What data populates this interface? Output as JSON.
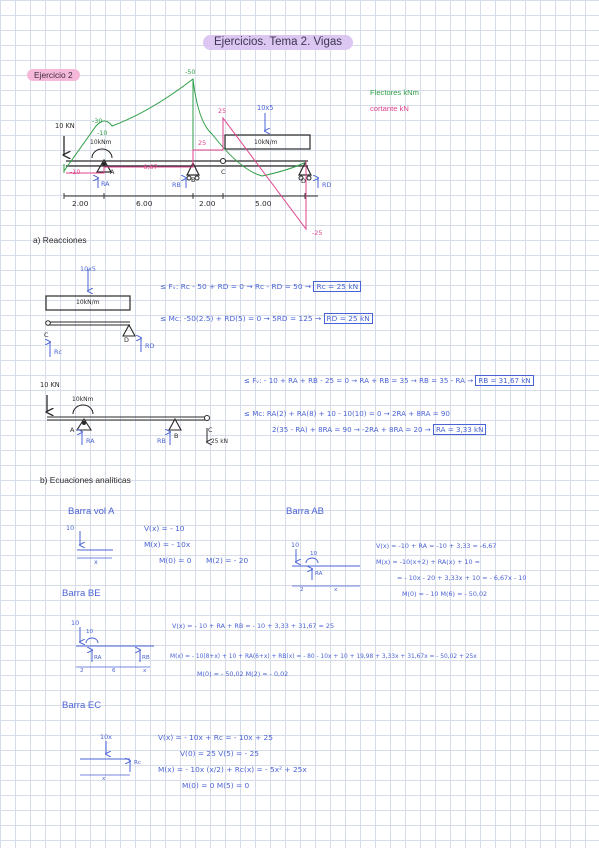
{
  "title": "Ejercicios. Tema 2. Vigas",
  "exercise_tag": "Ejercicio 2",
  "legend": {
    "flectores": "Flectores kNm",
    "cortante": "cortante kN"
  },
  "diagram": {
    "load_left": "10 KN",
    "moment": "10kNm",
    "point_load": "10x5",
    "dist_load": "10kN/m",
    "bending_labels": [
      "-50",
      "-30",
      "-10",
      "25",
      "25",
      "-6,67",
      "-10",
      "-25"
    ],
    "supports": [
      "A",
      "B",
      "C",
      "D"
    ],
    "reactions": [
      "RA",
      "RB",
      "RD"
    ],
    "spans": [
      "2.00",
      "6.00",
      "2.00",
      "5.00"
    ]
  },
  "section_a": "a) Reacciones",
  "sub1": {
    "load": "10x5",
    "dist": "10kN/m",
    "labels": [
      "C",
      "Rc",
      "D",
      "RD"
    ],
    "eq1": "≤ Fᵥ: Rc - 50 + RD = 0 → Rc - RD = 50 →",
    "eq1_box": "Rc = 25 kN",
    "eq2": "≤ Mc: -50(2.5) + RD(5) = 0 → 5RD = 125 →",
    "eq2_box": "RD = 25 kN"
  },
  "sub2": {
    "load": "10 KN",
    "moment": "10kNm",
    "labels": [
      "A",
      "RA",
      "RB",
      "B",
      "C",
      "25 kN"
    ],
    "eq1": "≤ Fᵥ: - 10 + RA + RB - 25 = 0 → RA + RB = 35 → RB = 35 - RA →",
    "eq1_box": "RB = 31,67 kN",
    "eq2": "≤ Mc: RA(2) + RA(8) + 10 - 10(10) = 0 → 2RA + 8RA = 90",
    "eq3": "2(35 - RA) + 8RA = 90 → -2RA + 8RA = 20 →",
    "eq3_box": "RA = 3,33 kN"
  },
  "section_b": "b) Ecuaciones analíticas",
  "voladizo": {
    "title": "Barra vol A",
    "load": "10",
    "x": "x",
    "eq1": "V(x) = - 10",
    "eq2": "M(x) = - 10x",
    "eq3a": "M(0) = 0",
    "eq3b": "M(2) = - 20"
  },
  "ab": {
    "title": "Barra AB",
    "load": "10",
    "moment": "10",
    "labels": [
      "RA",
      "2",
      "x"
    ],
    "eq1": "V(x) = -10 + RA = -10 + 3,33 = -6,67",
    "eq2": "M(x) = -10(x+2) + RA(x) + 10 =",
    "eq3": "= - 10x - 20 + 3,33x + 10 = - 6,67x - 10",
    "eq4": "M(0) = - 10    M(6) = - 50,02"
  },
  "be": {
    "title": "Barra BE",
    "load": "10",
    "moment": "10",
    "labels": [
      "RA",
      "RB",
      "2",
      "6",
      "x"
    ],
    "eq1": "V(x) = - 10 + RA + RB = - 10 + 3,33 + 31,67 = 25",
    "eq2": "M(x) = - 10(8+x) + 10 + RA(6+x) + RB(x) = - 80 - 10x + 10 + 19,98 + 3,33x + 31,67x = - 50,02 + 25x",
    "eq3": "M(0) = - 50,02    M(2) = - 0,02"
  },
  "ec": {
    "title": "Barra EC",
    "load": "10x",
    "labels": [
      "Rc",
      "x"
    ],
    "eq1": "V(x) = - 10x + Rc = - 10x + 25",
    "eq2": "V(0) = 25     V(5) = - 25",
    "eq3": "M(x) = - 10x (x/2) + Rc(x) = - 5x² + 25x",
    "eq4": "M(0) = 0    M(5) = 0"
  },
  "colors": {
    "ink": "#2a2a2a",
    "blue": "#4a63d4",
    "green": "#2f9f48",
    "pink": "#e0448c",
    "title_bg": "#dcc6f2",
    "tag_bg": "#f6b8d9"
  }
}
